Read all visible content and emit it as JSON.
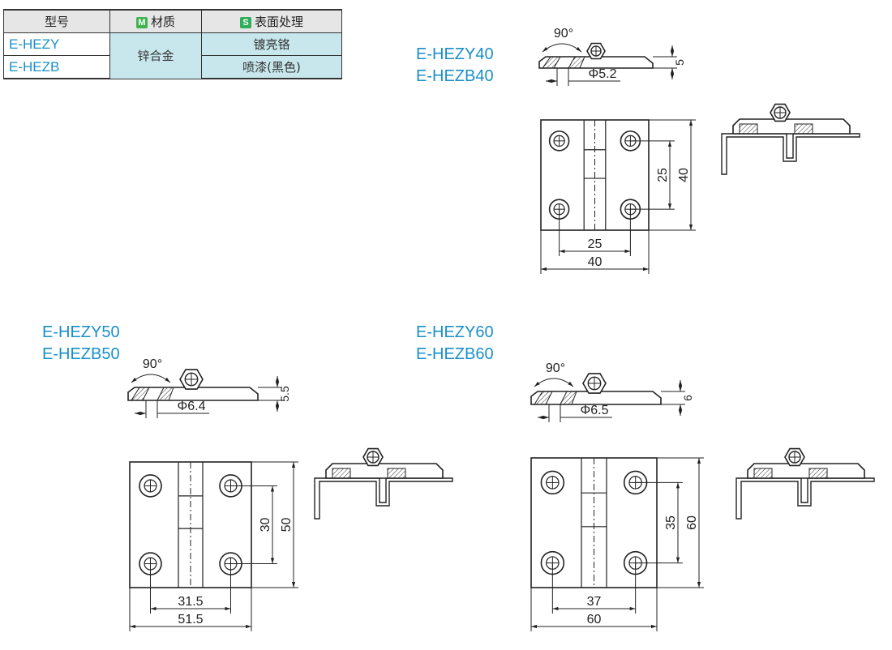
{
  "table": {
    "headers": {
      "model": "型号",
      "material": "材质",
      "surface": "表面处理"
    },
    "badges": {
      "material": "M",
      "surface": "S"
    },
    "rows": [
      {
        "model": "E-HEZY",
        "surface": "镀亮铬"
      },
      {
        "model": "E-HEZB",
        "surface": "喷漆(黑色)"
      }
    ],
    "material_value": "锌合金"
  },
  "hinges": [
    {
      "codes": [
        "E-HEZY40",
        "E-HEZB40"
      ],
      "angle": "90°",
      "thickness": "5",
      "diameter": "Φ5.2",
      "hole_pitch_v": "25",
      "height": "40",
      "hole_pitch_h": "25",
      "width": "40"
    },
    {
      "codes": [
        "E-HEZY50",
        "E-HEZB50"
      ],
      "angle": "90°",
      "thickness": "5.5",
      "diameter": "Φ6.4",
      "hole_pitch_v": "30",
      "height": "50",
      "hole_pitch_h": "31.5",
      "width": "51.5"
    },
    {
      "codes": [
        "E-HEZY60",
        "E-HEZB60"
      ],
      "angle": "90°",
      "thickness": "6",
      "diameter": "Φ6.5",
      "hole_pitch_v": "35",
      "height": "60",
      "hole_pitch_h": "37",
      "width": "60"
    }
  ],
  "colors": {
    "code_blue": "#1a8fc9",
    "table_fill": "#c7e7ec",
    "line": "#222222"
  }
}
